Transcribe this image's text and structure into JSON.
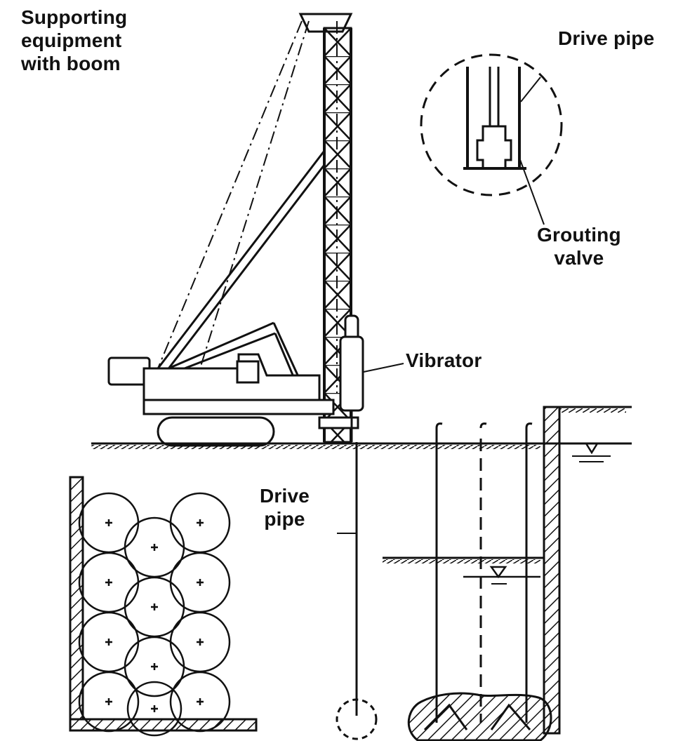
{
  "labels": {
    "supporting_equipment": [
      "Supporting",
      "equipment",
      "with boom"
    ],
    "drive_pipe_top": "Drive pipe",
    "grouting_valve": [
      "Grouting",
      "valve"
    ],
    "vibrator": "Vibrator",
    "drive_pipe_mid": [
      "Drive",
      "pipe"
    ]
  },
  "colors": {
    "ink": "#111111",
    "background": "#ffffff"
  }
}
